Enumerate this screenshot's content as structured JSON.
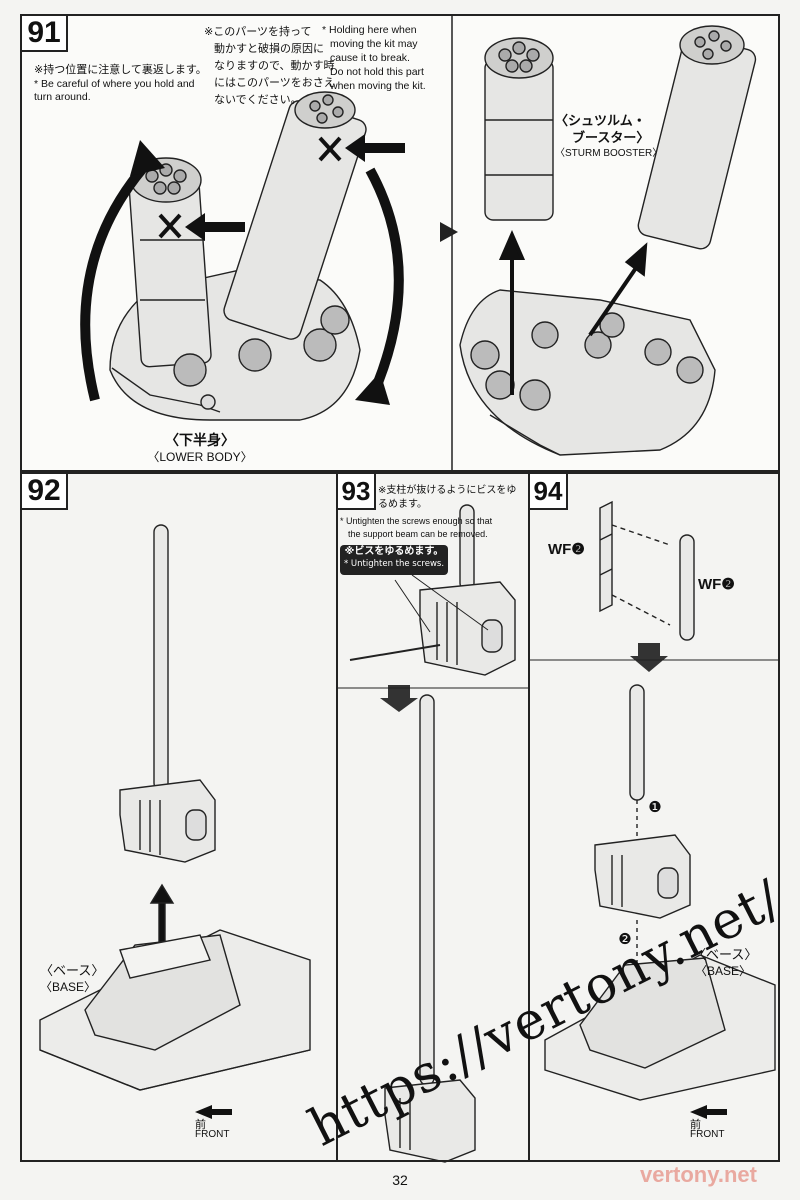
{
  "page_number": "32",
  "steps": {
    "s91": {
      "number": "91",
      "note_jp": "※持つ位置に注意して裏返します。",
      "note_en": "* Be careful of where you hold and turn around.",
      "warn_jp_1": "※このパーツを持って",
      "warn_jp_2": "動かすと破損の原因に",
      "warn_jp_3": "なりますので、動かす時",
      "warn_jp_4": "にはこのパーツをおさえ",
      "warn_jp_5": "ないでください。",
      "warn_en_1": "* Holding here when",
      "warn_en_2": "moving the kit may",
      "warn_en_3": "cause it to break.",
      "warn_en_4": "Do not hold this part",
      "warn_en_5": "when moving the kit.",
      "part_jp": "〈下半身〉",
      "part_en": "〈LOWER BODY〉",
      "booster_jp_1": "〈シュツルム・",
      "booster_jp_2": "ブースター〉",
      "booster_en": "〈STURM BOOSTER〉"
    },
    "s92": {
      "number": "92",
      "base_jp": "〈ベース〉",
      "base_en": "〈BASE〉",
      "front_jp": "前",
      "front_en": "FRONT"
    },
    "s93": {
      "number": "93",
      "note_jp": "※支柱が抜けるようにビスをゆるめます。",
      "note_en_1": "* Untighten the screws enough so that",
      "note_en_2": "the support beam can be removed.",
      "box_jp": "※ビスをゆるめます。",
      "box_en": "* Untighten the screws."
    },
    "s94": {
      "number": "94",
      "wf_left": "WF❷",
      "wf_right": "WF❷",
      "marker_1": "❶",
      "marker_2": "❷",
      "base_jp": "〈ベース〉",
      "base_en": "〈BASE〉",
      "front_jp": "前",
      "front_en": "FRONT"
    }
  },
  "watermark": "https://vertony.net/",
  "brand_logo": "vertony.net"
}
